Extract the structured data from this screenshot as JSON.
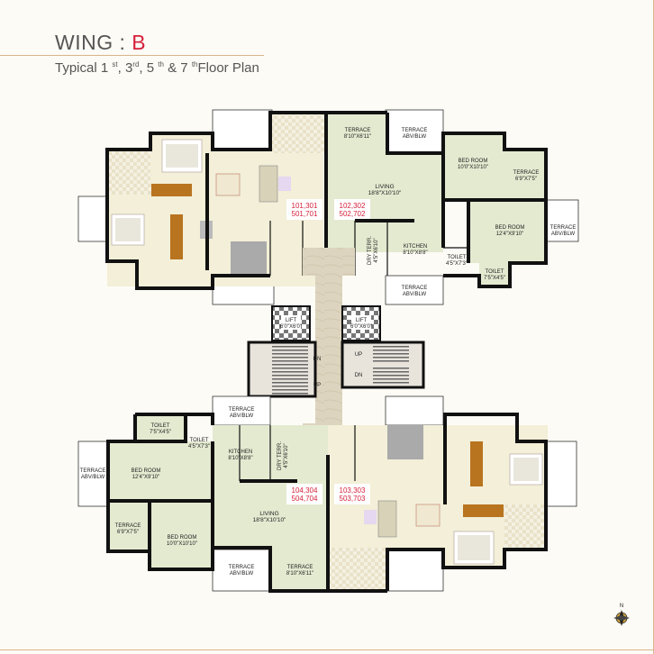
{
  "header": {
    "wing_prefix": "WING : ",
    "wing_letter": "B",
    "subtitle_typical": "Typical 1",
    "sup_1": "st",
    "sep_1": ", 3",
    "sup_3": "rd",
    "sep_3": ", 5",
    "sup_5": "th",
    "sep_5": " & 7",
    "sup_7": "th",
    "subtitle_end": "Floor Plan"
  },
  "units": {
    "top_left": [
      "101,301",
      "501,701"
    ],
    "top_right": [
      "102,302",
      "502,702"
    ],
    "bottom_left": [
      "104,304",
      "504,704"
    ],
    "bottom_right": [
      "103,303",
      "503,703"
    ]
  },
  "rooms": {
    "terrace_top": [
      "TERRACE",
      "8'10\"X6'11\""
    ],
    "terrace_abv_top": [
      "TERRACE",
      "ABV/BLW"
    ],
    "bedroom_top_right": [
      "BED ROOM",
      "10'0\"X10'10\""
    ],
    "terrace_tr_small": [
      "TERRACE",
      "6'9\"X7'5\""
    ],
    "living_top": [
      "LIVING",
      "18'8\"X10'10\""
    ],
    "bedroom2_top_right": [
      "BED ROOM",
      "12'4\"X9'10\""
    ],
    "terrace_abv_right": [
      "TERRACE",
      "ABV/BLW"
    ],
    "kitchen_top": [
      "KITCHEN",
      "8'10\"X8'8\""
    ],
    "dry_terr_top": [
      "DRY TERR.",
      "4'5\"X6'10\""
    ],
    "toilet_top_1": [
      "TOILET",
      "4'5\"X7'3\""
    ],
    "toilet_top_2": [
      "TOILET",
      "7'5\"X4'5\""
    ],
    "terrace_abv_mid_top": [
      "TERRACE",
      "ABV/BLW"
    ],
    "lift_left": [
      "LIFT",
      "6'0\"X6'0\""
    ],
    "lift_right": [
      "LIFT",
      "6'0\"X6'0\""
    ],
    "stair_dn_left": "DN",
    "stair_up_left": "UP",
    "stair_up_right": "UP",
    "stair_dn_right": "DN",
    "terrace_abv_mid_bottom": [
      "TERRACE",
      "ABV/BLW"
    ],
    "toilet_bottom_1": [
      "TOILET",
      "7'5\"X4'5\""
    ],
    "toilet_bottom_2": [
      "TOILET",
      "4'5\"X7'3\""
    ],
    "kitchen_bottom": [
      "KITCHEN",
      "8'10\"X8'8\""
    ],
    "dry_terr_bottom": [
      "DRY TERR.",
      "4'5\"X6'10\""
    ],
    "terrace_abv_left": [
      "TERRACE",
      "ABV/BLW"
    ],
    "bedroom_bottom_left": [
      "BED ROOM",
      "12'4\"X9'10\""
    ],
    "living_bottom": [
      "LIVING",
      "18'8\"X10'10\""
    ],
    "terrace_bl_small": [
      "TERRACE",
      "6'9\"X7'5\""
    ],
    "bedroom2_bottom_left": [
      "BED ROOM",
      "10'0\"X10'10\""
    ],
    "terrace_abv_bottom": [
      "TERRACE",
      "ABV/BLW"
    ],
    "terrace_bottom": [
      "TERRACE",
      "8'10\"X6'11\""
    ]
  },
  "compass": {
    "label": "N"
  },
  "colors": {
    "wing_letter": "#d6203b",
    "unit_label": "#d6203b",
    "floor_cream": "#f3efd8",
    "floor_green": "#e3ead0",
    "wood": "#b8741f",
    "lobby": "#ddd4bf"
  }
}
